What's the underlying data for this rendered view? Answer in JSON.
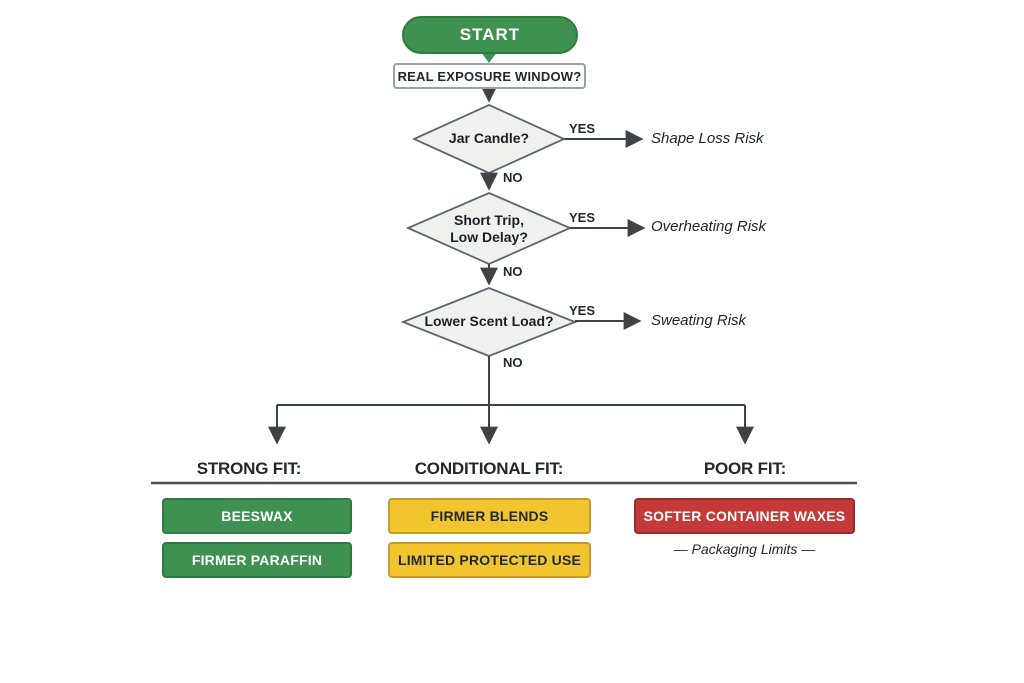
{
  "flow": {
    "start_label": "START",
    "question_box": "REAL EXPOSURE WINDOW?",
    "decisions": [
      {
        "question": "Jar Candle?",
        "yes": "YES",
        "no": "NO",
        "risk": "Shape Loss Risk"
      },
      {
        "question": "Short Trip,\nLow Delay?",
        "yes": "YES",
        "no": "NO",
        "risk": "Overheating Risk"
      },
      {
        "question": "Lower Scent Load?",
        "yes": "YES",
        "no": "NO",
        "risk": "Sweating Risk"
      }
    ],
    "columns": [
      {
        "header": "STRONG FIT:",
        "boxes": [
          "BEESWAX",
          "FIRMER PARAFFIN"
        ]
      },
      {
        "header": "CONDITIONAL FIT:",
        "boxes": [
          "FIRMER BLENDS",
          "LIMITED PROTECTED USE"
        ]
      },
      {
        "header": "POOR FIT:",
        "boxes": [
          "SOFTER CONTAINER WAXES"
        ],
        "note": "— Packaging Limits —"
      }
    ],
    "colors": {
      "start_button": "#3e9150",
      "strong_fit": "#3e9150",
      "conditional_fit": "#f2c52e",
      "poor_fit": "#c43a38",
      "diamond_fill": "#f0f1ef",
      "connector": "#3d4347"
    }
  }
}
